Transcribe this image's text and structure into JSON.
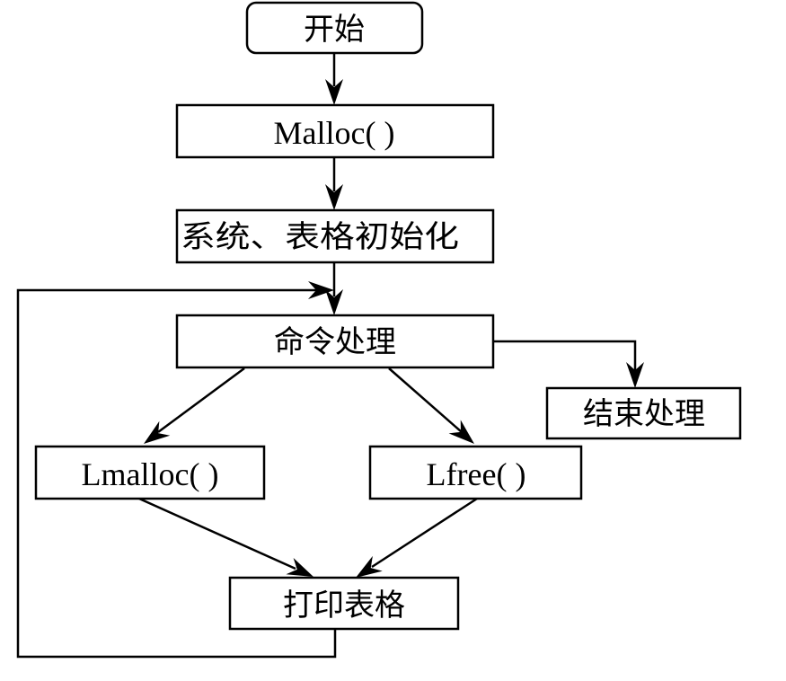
{
  "diagram": {
    "nodes": {
      "start": "开始",
      "malloc": "Malloc( )",
      "init": "系统、表格初始化",
      "command": "命令处理",
      "end_process": "结束处理",
      "lmalloc": "Lmalloc( )",
      "lfree": "Lfree( )",
      "print_table": "打印表格"
    }
  }
}
